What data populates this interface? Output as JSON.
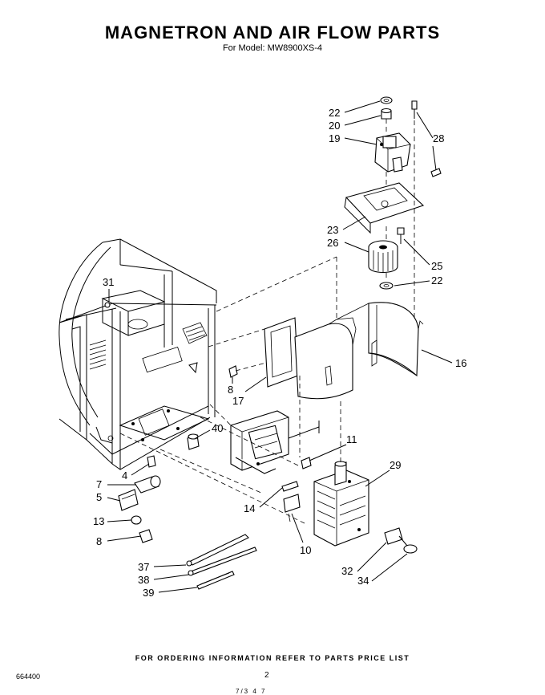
{
  "header": {
    "title": "MAGNETRON AND AIR FLOW PARTS",
    "subtitle": "For Model: MW8900XS-4"
  },
  "footer": {
    "ordering_note": "FOR ORDERING INFORMATION REFER TO PARTS PRICE LIST",
    "doc_number": "664400",
    "page_number": "2",
    "stamp": "7/3 4 7"
  },
  "callouts": [
    {
      "id": "c22a",
      "text": "22"
    },
    {
      "id": "c20",
      "text": "20"
    },
    {
      "id": "c19",
      "text": "19"
    },
    {
      "id": "c28",
      "text": "28"
    },
    {
      "id": "c23",
      "text": "23"
    },
    {
      "id": "c26",
      "text": "26"
    },
    {
      "id": "c25",
      "text": "25"
    },
    {
      "id": "c22b",
      "text": "22"
    },
    {
      "id": "c31",
      "text": "31"
    },
    {
      "id": "c16",
      "text": "16"
    },
    {
      "id": "c8a",
      "text": "8"
    },
    {
      "id": "c17",
      "text": "17"
    },
    {
      "id": "c40",
      "text": "40"
    },
    {
      "id": "c11",
      "text": "11"
    },
    {
      "id": "c29",
      "text": "29"
    },
    {
      "id": "c4",
      "text": "4"
    },
    {
      "id": "c7",
      "text": "7"
    },
    {
      "id": "c5",
      "text": "5"
    },
    {
      "id": "c14",
      "text": "14"
    },
    {
      "id": "c13",
      "text": "13"
    },
    {
      "id": "c8b",
      "text": "8"
    },
    {
      "id": "c10",
      "text": "10"
    },
    {
      "id": "c37",
      "text": "37"
    },
    {
      "id": "c38",
      "text": "38"
    },
    {
      "id": "c39",
      "text": "39"
    },
    {
      "id": "c32",
      "text": "32"
    },
    {
      "id": "c34",
      "text": "34"
    }
  ]
}
